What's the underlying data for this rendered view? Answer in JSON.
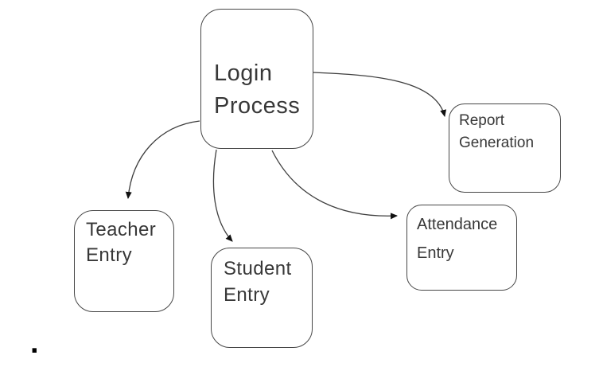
{
  "diagram": {
    "description": "Login process flowchart",
    "colors": {
      "background": "#ffffff",
      "node_fill": "#ffffff",
      "node_border": "#474747",
      "arrow": "#3e3e3e",
      "arrowhead": "#111111",
      "text": "#383838"
    },
    "nodes": [
      {
        "id": "login-process",
        "lines": [
          "Login",
          "Process"
        ]
      },
      {
        "id": "teacher-entry",
        "lines": [
          "Teacher",
          "Entry"
        ]
      },
      {
        "id": "student-entry",
        "lines": [
          "Student",
          "Entry"
        ]
      },
      {
        "id": "attendance-entry",
        "lines": [
          "Attendance",
          "Entry"
        ]
      },
      {
        "id": "report-generation",
        "lines": [
          "Report",
          "Generation"
        ]
      }
    ],
    "edges": [
      {
        "from": "login-process",
        "to": "teacher-entry"
      },
      {
        "from": "login-process",
        "to": "student-entry"
      },
      {
        "from": "login-process",
        "to": "attendance-entry"
      },
      {
        "from": "login-process",
        "to": "report-generation"
      }
    ],
    "stray_mark": "."
  }
}
